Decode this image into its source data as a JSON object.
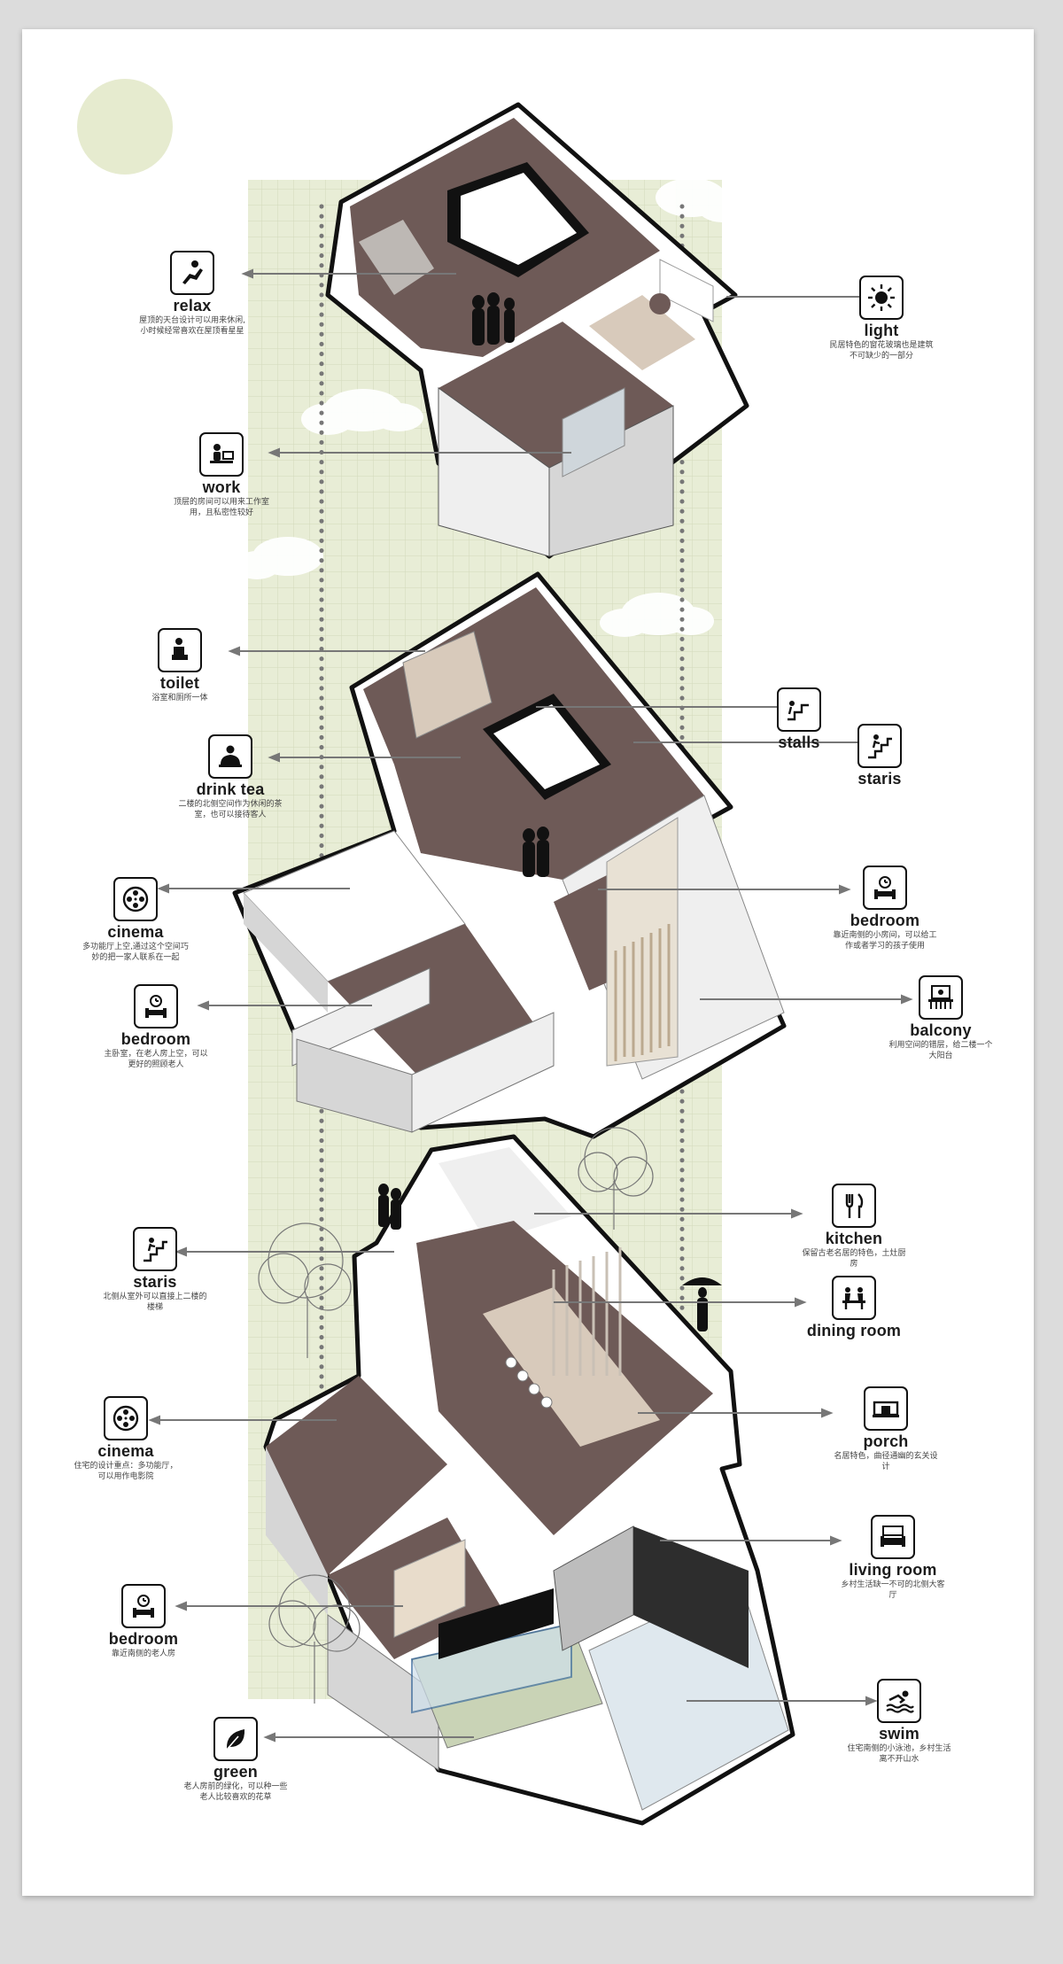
{
  "labels": {
    "relax": {
      "title": "relax",
      "desc": "屋顶的天台设计可以用来休闲,小时候经常喜欢在屋顶看星星"
    },
    "light": {
      "title": "light",
      "desc": "民居特色的窗花玻璃也是建筑不可缺少的一部分"
    },
    "work": {
      "title": "work",
      "desc": "顶层的房间可以用来工作室用，且私密性较好"
    },
    "toilet": {
      "title": "toilet",
      "desc": "浴室和厕所一体"
    },
    "stalls": {
      "title": "stalls",
      "desc": ""
    },
    "staris_upper": {
      "title": "staris",
      "desc": ""
    },
    "drink_tea": {
      "title": "drink tea",
      "desc": "二楼的北侧空间作为休闲的茶室，也可以接待客人"
    },
    "cinema_upper": {
      "title": "cinema",
      "desc": "多功能厅上空,通过这个空间巧妙的把一家人联系在一起"
    },
    "bedroom_right": {
      "title": "bedroom",
      "desc": "靠近南侧的小房间，可以给工作或者学习的孩子使用"
    },
    "bedroom_left": {
      "title": "bedroom",
      "desc": "主卧室，在老人房上空，可以更好的照顾老人"
    },
    "balcony": {
      "title": "balcony",
      "desc": "利用空间的错层，给二楼一个大阳台"
    },
    "kitchen": {
      "title": "kitchen",
      "desc": "保留古老名居的特色，土灶厨房"
    },
    "staris_lower": {
      "title": "staris",
      "desc": "北侧从室外可以直接上二楼的楼梯"
    },
    "dining_room": {
      "title": "dining room",
      "desc": ""
    },
    "cinema_lower": {
      "title": "cinema",
      "desc": "住宅的设计重点：多功能厅，可以用作电影院"
    },
    "porch": {
      "title": "porch",
      "desc": "名居特色，曲径通幽的玄关设计"
    },
    "living_room": {
      "title": "living room",
      "desc": "乡村生活缺一不可的北侧大客厅"
    },
    "bedroom_lower": {
      "title": "bedroom",
      "desc": "靠近南侧的老人房"
    },
    "swim": {
      "title": "swim",
      "desc": "住宅南侧的小泳池，乡村生活离不开山水"
    },
    "green": {
      "title": "green",
      "desc": "老人房前的绿化，可以种一些老人比较喜欢的花草"
    }
  },
  "colors": {
    "floor_dark": "#6e5a57",
    "wall_light": "#efefef",
    "wall_shadow": "#c9c9c9",
    "beige": "#d8cabb",
    "grid_bg": "#e7ecd3",
    "sun": "#e6ebcf",
    "pool": "#dfe8ee",
    "green": "#c9d3b6",
    "leader": "#777777"
  }
}
